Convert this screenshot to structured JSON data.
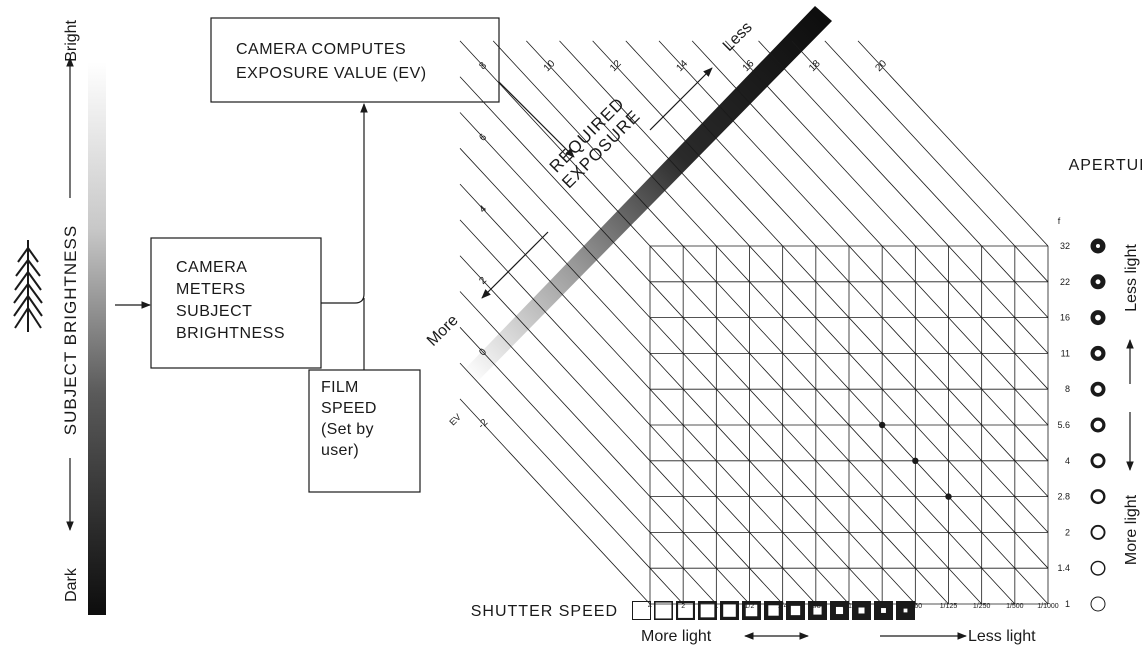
{
  "brightness": {
    "label": "SUBJECT BRIGHTNESS",
    "bright": "Bright",
    "dark": "Dark"
  },
  "boxes": {
    "meter": [
      "CAMERA",
      "METERS",
      "SUBJECT",
      "BRIGHTNESS"
    ],
    "compute": [
      "CAMERA COMPUTES",
      "EXPOSURE VALUE (EV)"
    ],
    "film": [
      "FILM",
      "SPEED",
      "(Set by",
      "user)"
    ]
  },
  "exposure": {
    "label": [
      "REQUIRED",
      "EXPOSURE"
    ],
    "less": "Less",
    "more": "More",
    "ev_prefix": "EV",
    "ev_values": [
      "-2",
      "0",
      "2",
      "4",
      "6",
      "8",
      "10",
      "12",
      "14",
      "16",
      "18",
      "20"
    ]
  },
  "aperture": {
    "title": "APERTURE",
    "f_label": "f",
    "stops": [
      "32",
      "22",
      "16",
      "11",
      "8",
      "5.6",
      "4",
      "2.8",
      "2",
      "1.4",
      "1"
    ],
    "less_light": "Less light",
    "more_light": "More light"
  },
  "shutter": {
    "title": "SHUTTER SPEED",
    "speeds": [
      "4",
      "2",
      "1",
      "1/2",
      "1/4",
      "1/8",
      "1/15",
      "1/30",
      "1/60",
      "1/125",
      "1/250",
      "1/500",
      "1/1000"
    ],
    "more_light": "More light",
    "less_light": "Less light"
  },
  "example_points": [
    {
      "shutter": "1/30",
      "aperture": "5.6"
    },
    {
      "shutter": "1/60",
      "aperture": "4"
    },
    {
      "shutter": "1/125",
      "aperture": "2.8"
    }
  ],
  "colors": {
    "ink": "#1a1a1a",
    "paper": "#ffffff"
  }
}
